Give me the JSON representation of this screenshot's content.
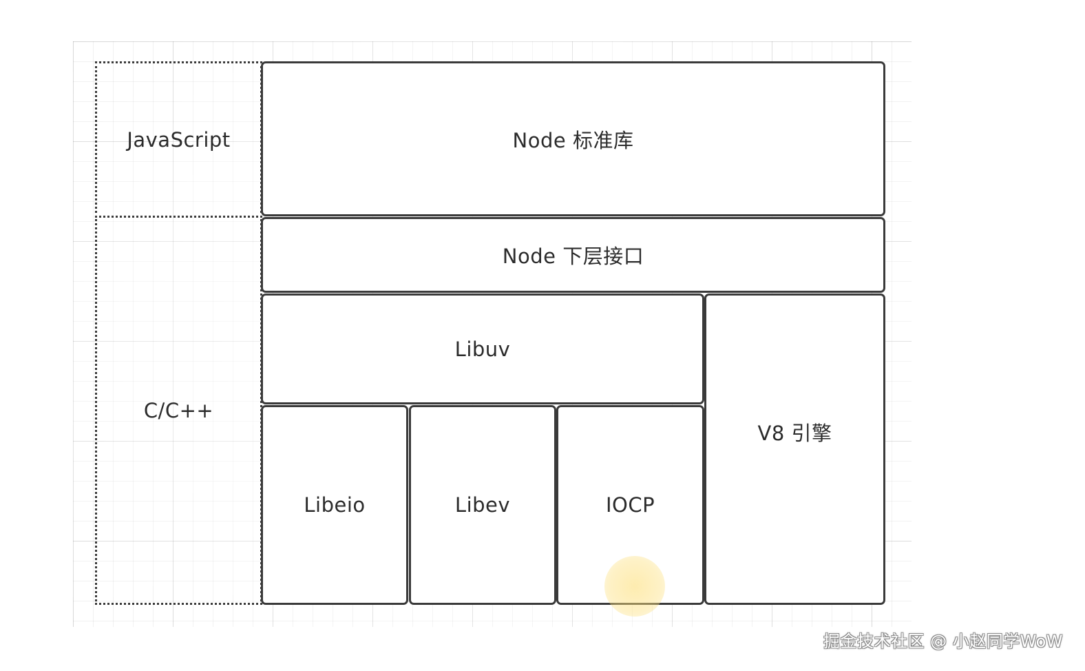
{
  "layers": {
    "javascript": "JavaScript",
    "cpp": "C/C++"
  },
  "blocks": {
    "node_stdlib": "Node 标准库",
    "node_lower_interface": "Node 下层接口",
    "libuv": "Libuv",
    "libeio": "Libeio",
    "libev": "Libev",
    "iocp": "IOCP",
    "v8_engine": "V8 引擎"
  },
  "watermark": "掘金技术社区 @ 小赵同学WoW",
  "colors": {
    "border": "#3a3a3a",
    "text": "#2b2b2b",
    "cursor_highlight": "#fcdc6e"
  }
}
